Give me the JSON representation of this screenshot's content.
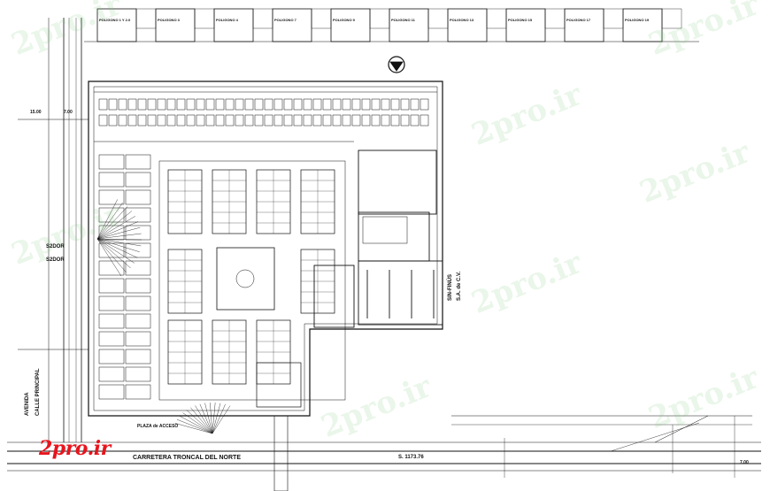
{
  "site": {
    "road_label": "CARRETERA TRONCAL DEL NORTE",
    "street_label": "CALLE PRINCIPAL",
    "street_label_2": "AVENIDA",
    "side_label_1": "S2DOR",
    "side_label_2": "S2DOR",
    "section_label": "S. 1173.76",
    "east_label": "SIN-FINÚS",
    "east_label_2": "S.A. de C.V.",
    "plaza_label": "PLAZA de ACCESO",
    "left_dim": "15.00",
    "left_dim_2": "7.00",
    "right_dim": "7.00"
  },
  "lots": [
    "POLIGONO 1 Y 2.0",
    "POLIGONO 3",
    "POLIGONO 4",
    "POLIGONO 7",
    "POLIGONO 9",
    "POLIGONO 11",
    "POLIGONO 13",
    "POLIGONO 15",
    "POLIGONO 17",
    "POLIGONO 19"
  ],
  "watermarks": [
    "2pro.ir",
    "2pro.ir",
    "2pro.ir",
    "2pro.ir",
    "2pro.ir",
    "2pro.ir",
    "2pro.ir",
    "2pro.ir"
  ],
  "logo": "2pro.ir"
}
